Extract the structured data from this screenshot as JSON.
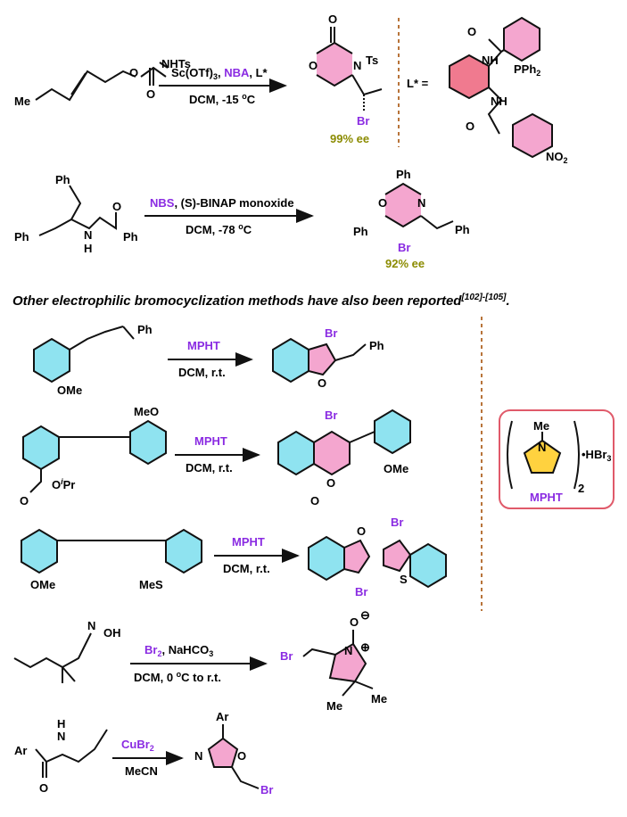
{
  "colors": {
    "bond": "#111111",
    "reagent": "#8a2be2",
    "ee": "#8b8b00",
    "ring_fill": "#f4a6cf",
    "cyclohexane_fill": "#f07a8f",
    "benzene_fill": "#8fe3f0",
    "pyrrolidine_fill": "#ffd23f",
    "divider": "#b8743a",
    "box_border": "#e05a6a"
  },
  "section_note": {
    "text": "Other electrophilic bromocyclization methods have also been reported",
    "ref": "[102]-[105]"
  },
  "reactions": [
    {
      "id": "r1",
      "reagents_line1": [
        "Sc(OTf)",
        "3",
        ", ",
        "NBA",
        ", L*"
      ],
      "conditions": [
        "DCM, -15 ",
        "o",
        "C"
      ],
      "substrate_labels": [
        "O",
        "NHTs",
        "O",
        "Me"
      ],
      "product_labels": [
        "O",
        "O",
        "N",
        "Ts",
        "Br"
      ],
      "ee": "99% ee",
      "ligand_label": "L* =",
      "ligand_atoms": [
        "O",
        "NH",
        "PPh",
        "2",
        "NH",
        "O",
        "NO",
        "2"
      ]
    },
    {
      "id": "r2",
      "reagents_line1": [
        "NBS",
        ", (S)-BINAP monoxide"
      ],
      "conditions": [
        "DCM, -78 ",
        "o",
        "C"
      ],
      "substrate_labels": [
        "Ph",
        "Ph",
        "N",
        "H",
        "O",
        "Ph"
      ],
      "product_labels": [
        "Ph",
        "O",
        "N",
        "Ph",
        "Ph",
        "Br"
      ],
      "ee": "92% ee"
    },
    {
      "id": "r3",
      "reagents_line1": [
        "MPHT"
      ],
      "conditions": [
        "DCM, r.t."
      ],
      "substrate_labels": [
        "Ph",
        "OMe"
      ],
      "product_labels": [
        "Br",
        "Ph",
        "O"
      ]
    },
    {
      "id": "r4",
      "reagents_line1": [
        "MPHT"
      ],
      "conditions": [
        "DCM, r.t."
      ],
      "substrate_labels": [
        "MeO",
        "O",
        "O",
        "i",
        "Pr"
      ],
      "product_labels": [
        "Br",
        "OMe",
        "O",
        "O"
      ]
    },
    {
      "id": "r5",
      "reagents_line1": [
        "MPHT"
      ],
      "conditions": [
        "DCM, r.t."
      ],
      "substrate_labels": [
        "OMe",
        "MeS"
      ],
      "product_labels": [
        "Br",
        "O",
        "Br",
        "S"
      ]
    },
    {
      "id": "r6",
      "reagents_line1": [
        "Br",
        "2",
        ", NaHCO",
        "3"
      ],
      "conditions": [
        "DCM, 0 ",
        "o",
        "C to r.t."
      ],
      "substrate_labels": [
        "N",
        "OH"
      ],
      "product_labels": [
        "Br",
        "N",
        "O",
        "Me",
        "Me"
      ]
    },
    {
      "id": "r7",
      "reagents_line1": [
        "CuBr",
        "2"
      ],
      "conditions": [
        "MeCN"
      ],
      "substrate_labels": [
        "Ar",
        "N",
        "H",
        "O"
      ],
      "product_labels": [
        "Ar",
        "N",
        "O",
        "Br"
      ]
    }
  ],
  "mpht_box": {
    "me": "Me",
    "n": "N",
    "sub": "2",
    "salt": "•HBr",
    "salt_sub": "3",
    "name": "MPHT"
  }
}
